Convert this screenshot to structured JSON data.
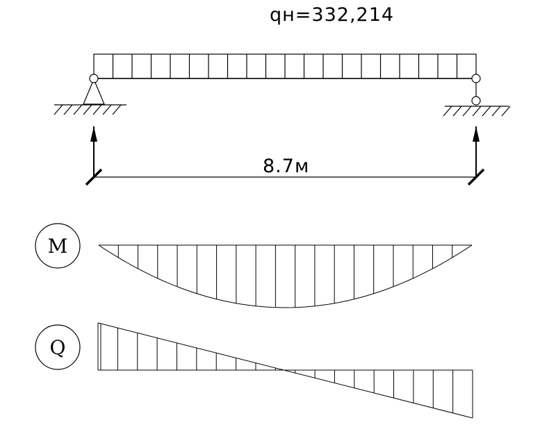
{
  "load": {
    "label": "qн=332,214"
  },
  "span": {
    "label": "8.7м"
  },
  "moment_diagram": {
    "label": "M"
  },
  "shear_diagram": {
    "label": "Q"
  },
  "colors": {
    "stroke": "#000000",
    "background": "#ffffff"
  }
}
